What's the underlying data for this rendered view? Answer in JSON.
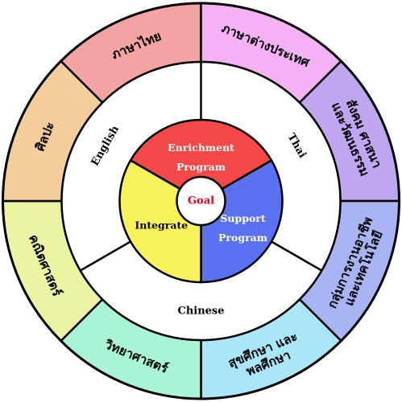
{
  "outer_ring": [
    {
      "label": "ภาษาไทย",
      "color": "#f4a3a3"
    },
    {
      "label": "ภาษาต่างประเทศ",
      "color": "#f4b2f4"
    },
    {
      "label": "สังคม ศาสนา\nและวัฒนธรรม",
      "color": "#c0a6f0"
    },
    {
      "label": "กลุ่มการงานอาชีพ\nและเทคโนโลยี",
      "color": "#a8b4f4"
    },
    {
      "label": "สุขศึกษา และ\nพลศึกษา",
      "color": "#a8e6f8"
    },
    {
      "label": "วิทยาศาสตร์",
      "color": "#a8f4d4"
    },
    {
      "label": "คณิตศาสตร์",
      "color": "#ecf4a3"
    },
    {
      "label": "ศิลปะ",
      "color": "#f4ce9a"
    }
  ],
  "middle_ring": {
    "labels": [
      "English",
      "Thai",
      "Chinese"
    ],
    "color": "#ffffff"
  },
  "inner_sectors": [
    {
      "label": "Enrichment\nProgram",
      "color": "#f54848",
      "text_color": "#ffffff"
    },
    {
      "label": "Support\nProgram",
      "color": "#5b72f0",
      "text_color": "#ffffff"
    },
    {
      "label": "Integrate",
      "color": "#f7f25a",
      "text_color": "#000000"
    }
  ],
  "center": {
    "label": "Goal",
    "color": "#ffffff"
  }
}
